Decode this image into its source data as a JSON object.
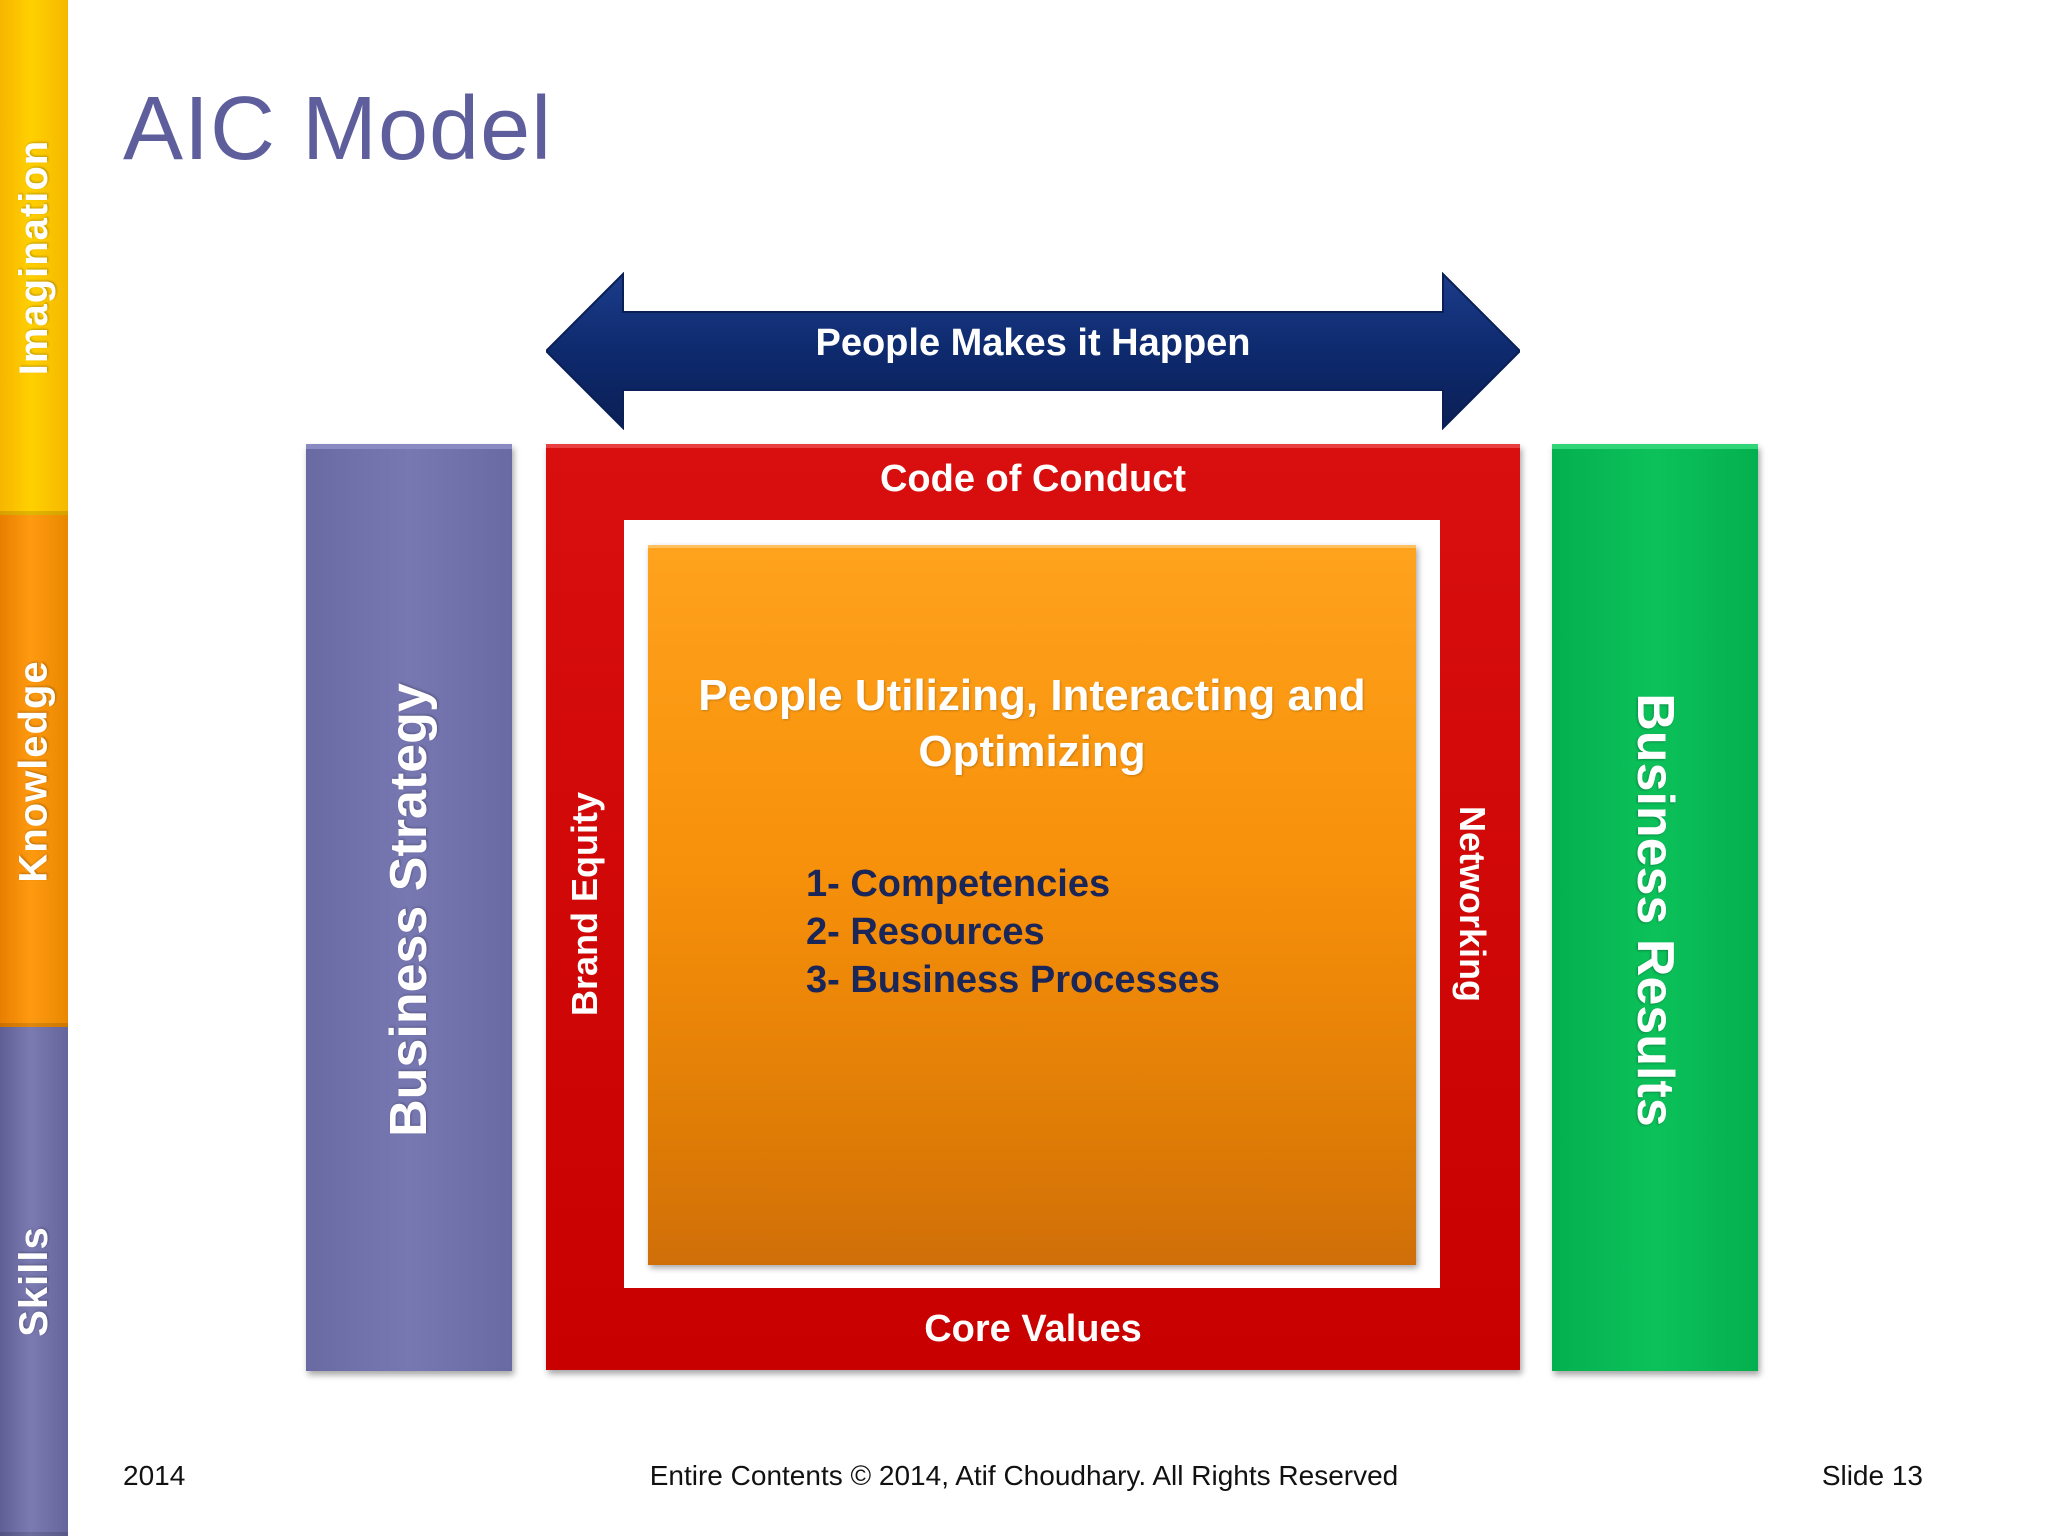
{
  "side_bar": {
    "segments": [
      {
        "label": "Imagination",
        "color": "#ffc800"
      },
      {
        "label": "Knowledge",
        "color": "#f7900a"
      },
      {
        "label": "Skills",
        "color": "#7070a8"
      }
    ]
  },
  "title": "AIC Model",
  "arrow": {
    "label": "People Makes it Happen",
    "color": "#0e2a6e"
  },
  "left_column": {
    "label": "Business Strategy",
    "color": "#7070a8"
  },
  "right_column": {
    "label": "Business Results",
    "color": "#08b855"
  },
  "frame": {
    "color": "#cc0000",
    "top_label": "Code of Conduct",
    "bottom_label": "Core Values",
    "left_label": "Brand Equity",
    "right_label": "Networking"
  },
  "center_box": {
    "color": "#f7900a",
    "heading_line1": "People Utilizing, Interacting and",
    "heading_line2": "Optimizing",
    "items": [
      "1- Competencies",
      "2- Resources",
      "3- Business Processes"
    ]
  },
  "footer": {
    "year": "2014",
    "copyright": "Entire Contents © 2014, Atif Choudhary. All Rights Reserved",
    "slide_number": "Slide 13"
  }
}
